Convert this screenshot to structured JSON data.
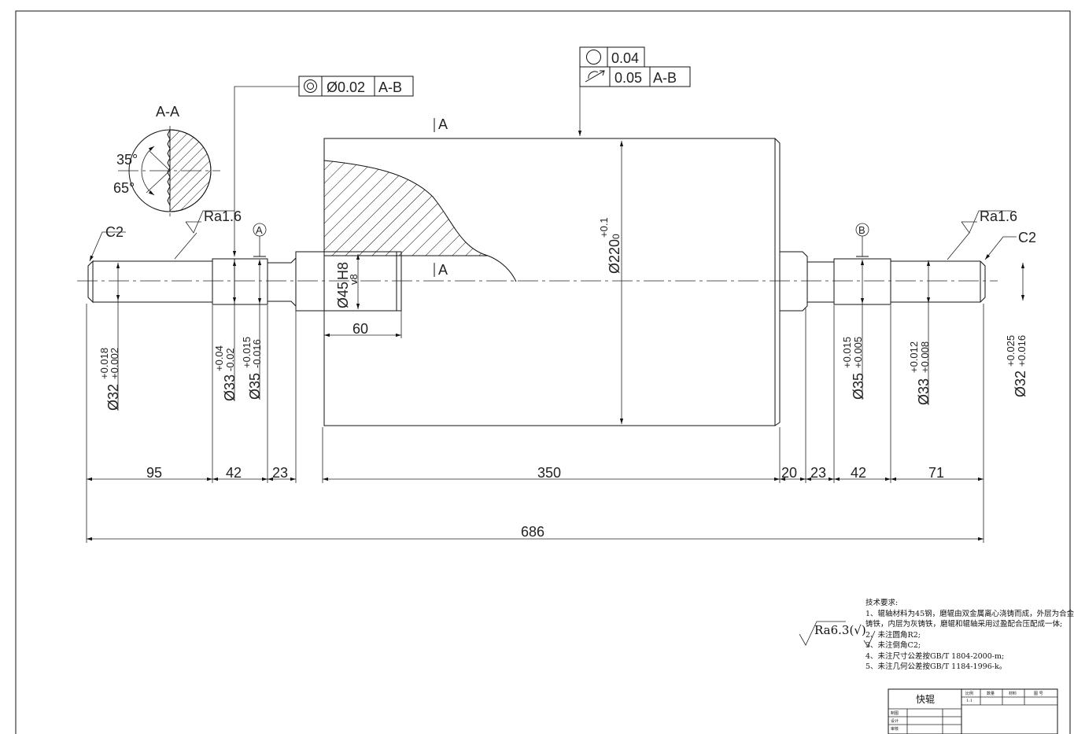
{
  "section_view": {
    "label": "A-A",
    "angle_1": "35°",
    "angle_2": "65°"
  },
  "gdt": {
    "coaxiality": {
      "symbol": "◎",
      "tolerance": "Ø0.02",
      "datum": "A-B"
    },
    "circularity": {
      "symbol": "○",
      "tolerance": "0.04"
    },
    "runout": {
      "symbol": "↗",
      "tolerance": "0.05",
      "datum": "A-B"
    }
  },
  "section_marks": {
    "top": "A",
    "bottom": "A"
  },
  "datums": {
    "left": "A",
    "right": "B"
  },
  "chamfer_left": "C2",
  "chamfer_right": "C2",
  "roughness_left": "Ra1.6",
  "roughness_right": "Ra1.6",
  "diameters": {
    "roller": {
      "base": "Ø220",
      "upper": "+0.1",
      "lower": "0"
    },
    "bore": {
      "base": "Ø45",
      "fit_hole": "H8",
      "fit_shaft": "v8"
    },
    "left_32": {
      "base": "Ø32",
      "upper": "+0.018",
      "lower": "+0.002"
    },
    "left_33": {
      "base": "Ø33",
      "upper": "+0.04",
      "lower": "-0.02"
    },
    "left_35": {
      "base": "Ø35",
      "upper": "+0.015",
      "lower": "-0.016"
    },
    "right_35": {
      "base": "Ø35",
      "upper": "+0.015",
      "lower": "+0.005"
    },
    "right_33": {
      "base": "Ø33",
      "upper": "+0.012",
      "lower": "+0.008"
    },
    "right_32": {
      "base": "Ø32",
      "upper": "+0.025",
      "lower": "+0.016"
    }
  },
  "lengths": {
    "bore_depth": "60",
    "l95": "95",
    "l42_left": "42",
    "l23_left": "23",
    "l350": "350",
    "l20": "20",
    "l23_right": "23",
    "l42_right": "42",
    "l71": "71",
    "total": "686"
  },
  "general_roughness": {
    "value": "Ra6.3",
    "suffix": "(√)"
  },
  "technical_requirements": {
    "title": "技术要求:",
    "items": [
      "1、辊轴材料为45钢，磨辊由双金属离心浇铸而成，外层为合金",
      "铸铁，内层为灰铸铁，磨辊和辊轴采用过盈配合压配成一体;",
      "2、未注圆角R2;",
      "3、未注倒角C2;",
      "4、未注尺寸公差按GB/T 1804-2000-m;",
      "5、未注几何公差按GB/T 1184-1996-k。"
    ]
  },
  "title_block": {
    "part_name": "快辊",
    "scale_label": "比例",
    "scale_value": "1:1",
    "quantity_label": "数量",
    "material_label": "材料",
    "drawing_no_label": "图 号",
    "drawn_label": "制图",
    "design_label": "设计",
    "review_label": "审核"
  }
}
